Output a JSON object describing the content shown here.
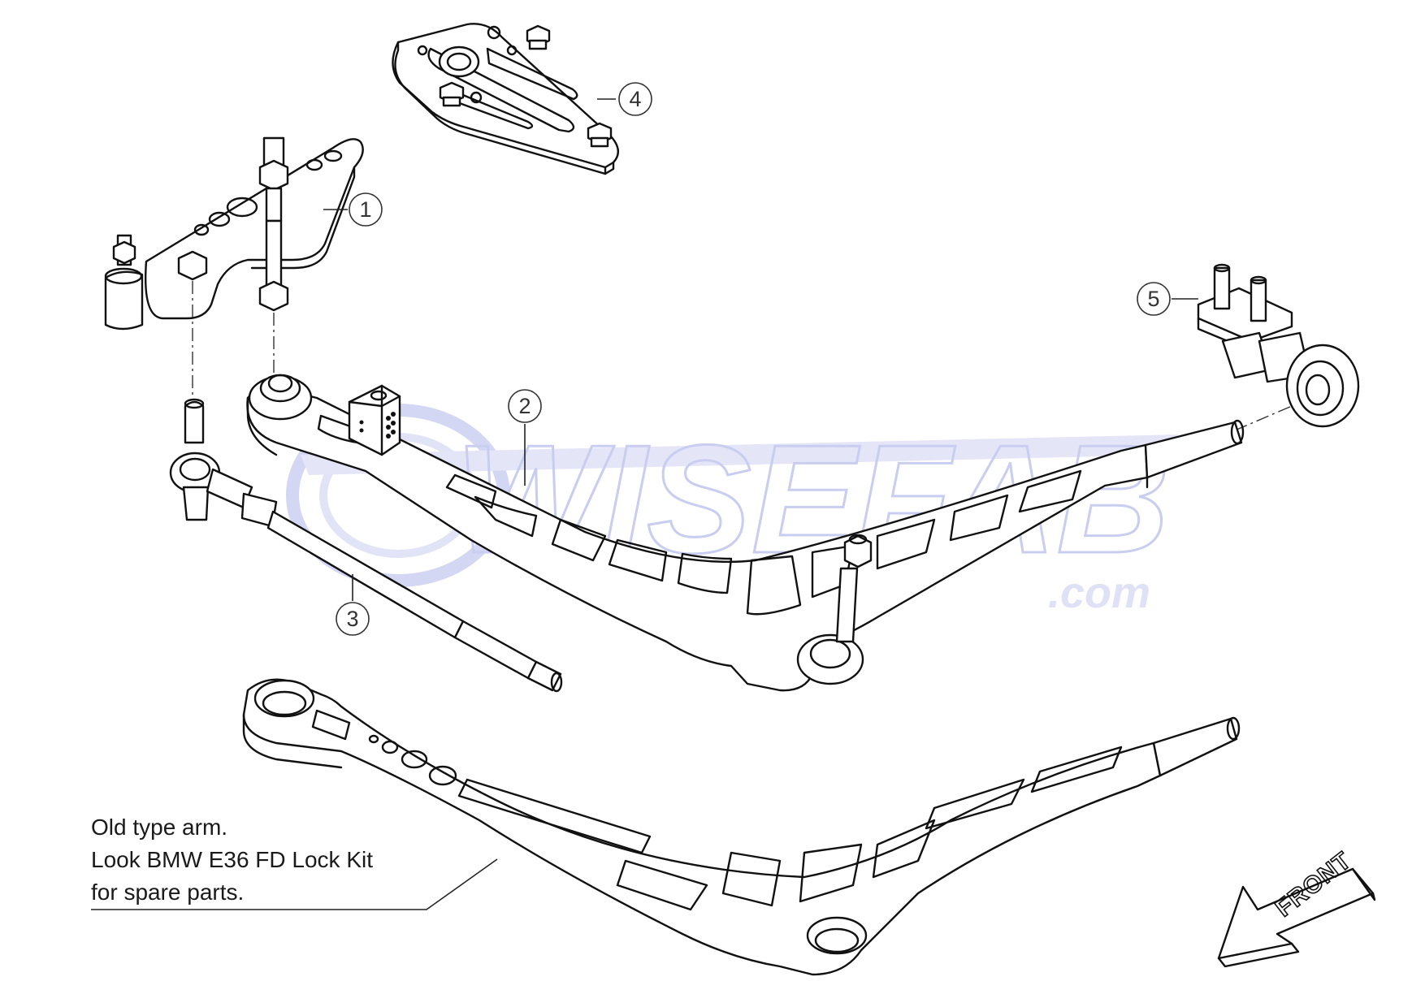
{
  "watermark": {
    "brand": "WISEFAB",
    "suffix": ".com"
  },
  "callouts": [
    {
      "id": "1",
      "label": "1"
    },
    {
      "id": "2",
      "label": "2"
    },
    {
      "id": "3",
      "label": "3"
    },
    {
      "id": "4",
      "label": "4"
    },
    {
      "id": "5",
      "label": "5"
    }
  ],
  "note": {
    "line1": "Old type arm.",
    "line2": "Look BMW E36 FD Lock Kit",
    "line3": "for spare parts."
  },
  "direction_arrow": {
    "label": "FRONT"
  },
  "colors": {
    "line": "#111111",
    "watermark": "#c9cdf0",
    "background": "#ffffff"
  }
}
